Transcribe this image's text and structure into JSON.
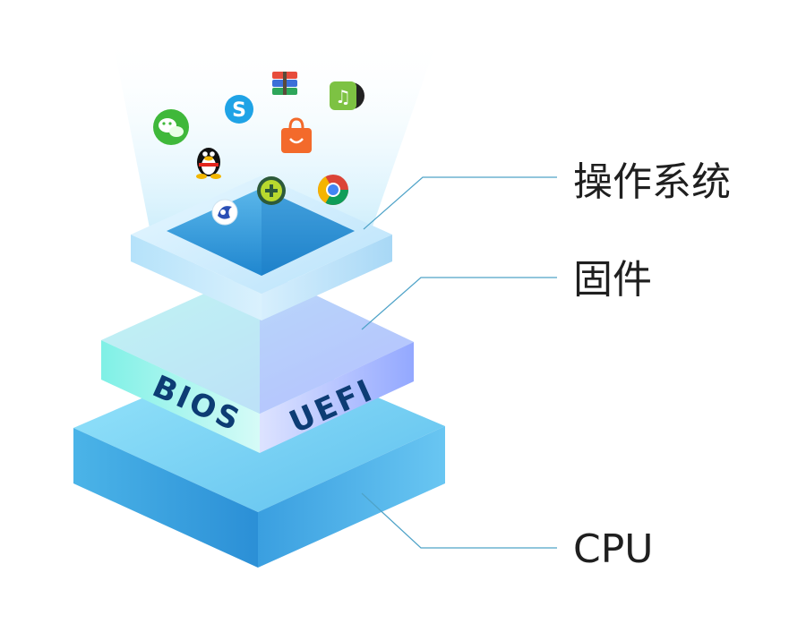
{
  "labels": {
    "os": "操作系统",
    "firmware": "固件",
    "cpu": "CPU"
  },
  "layer_text": {
    "bios": "BIOS",
    "uefi": "UEFI"
  },
  "icons": [
    "wechat-icon",
    "qq-penguin-icon",
    "skype-icon",
    "archive-books-icon",
    "music-note-icon",
    "shopping-bag-icon",
    "chrome-icon",
    "plus-badge-icon",
    "swirl-browser-icon"
  ],
  "colors": {
    "accent": "#3aa0d6",
    "leader_line": "#4fa3c8",
    "cpu_top": "#7fd3f6",
    "firmware_left": "#8ef0ea",
    "firmware_right": "#9fb4ff",
    "os_top": "#d7f0fd"
  }
}
